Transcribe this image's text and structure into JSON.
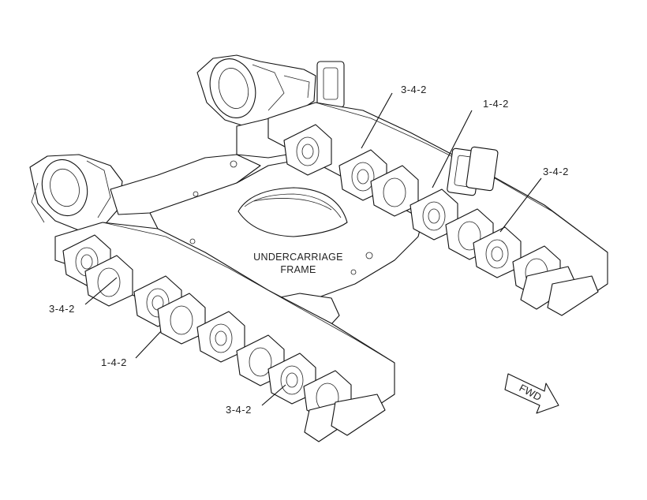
{
  "diagram": {
    "center_label": [
      "UNDERCARRIAGE",
      "FRAME"
    ],
    "callouts": [
      {
        "id": "upper-left-3",
        "text": "3-4-2"
      },
      {
        "id": "upper-mid-1",
        "text": "1-4-2"
      },
      {
        "id": "upper-right-3",
        "text": "3-4-2"
      },
      {
        "id": "lower-left-3",
        "text": "3-4-2"
      },
      {
        "id": "lower-mid-1",
        "text": "1-4-2"
      },
      {
        "id": "lower-right-3",
        "text": "3-4-2"
      }
    ],
    "direction_label": "FWD"
  }
}
